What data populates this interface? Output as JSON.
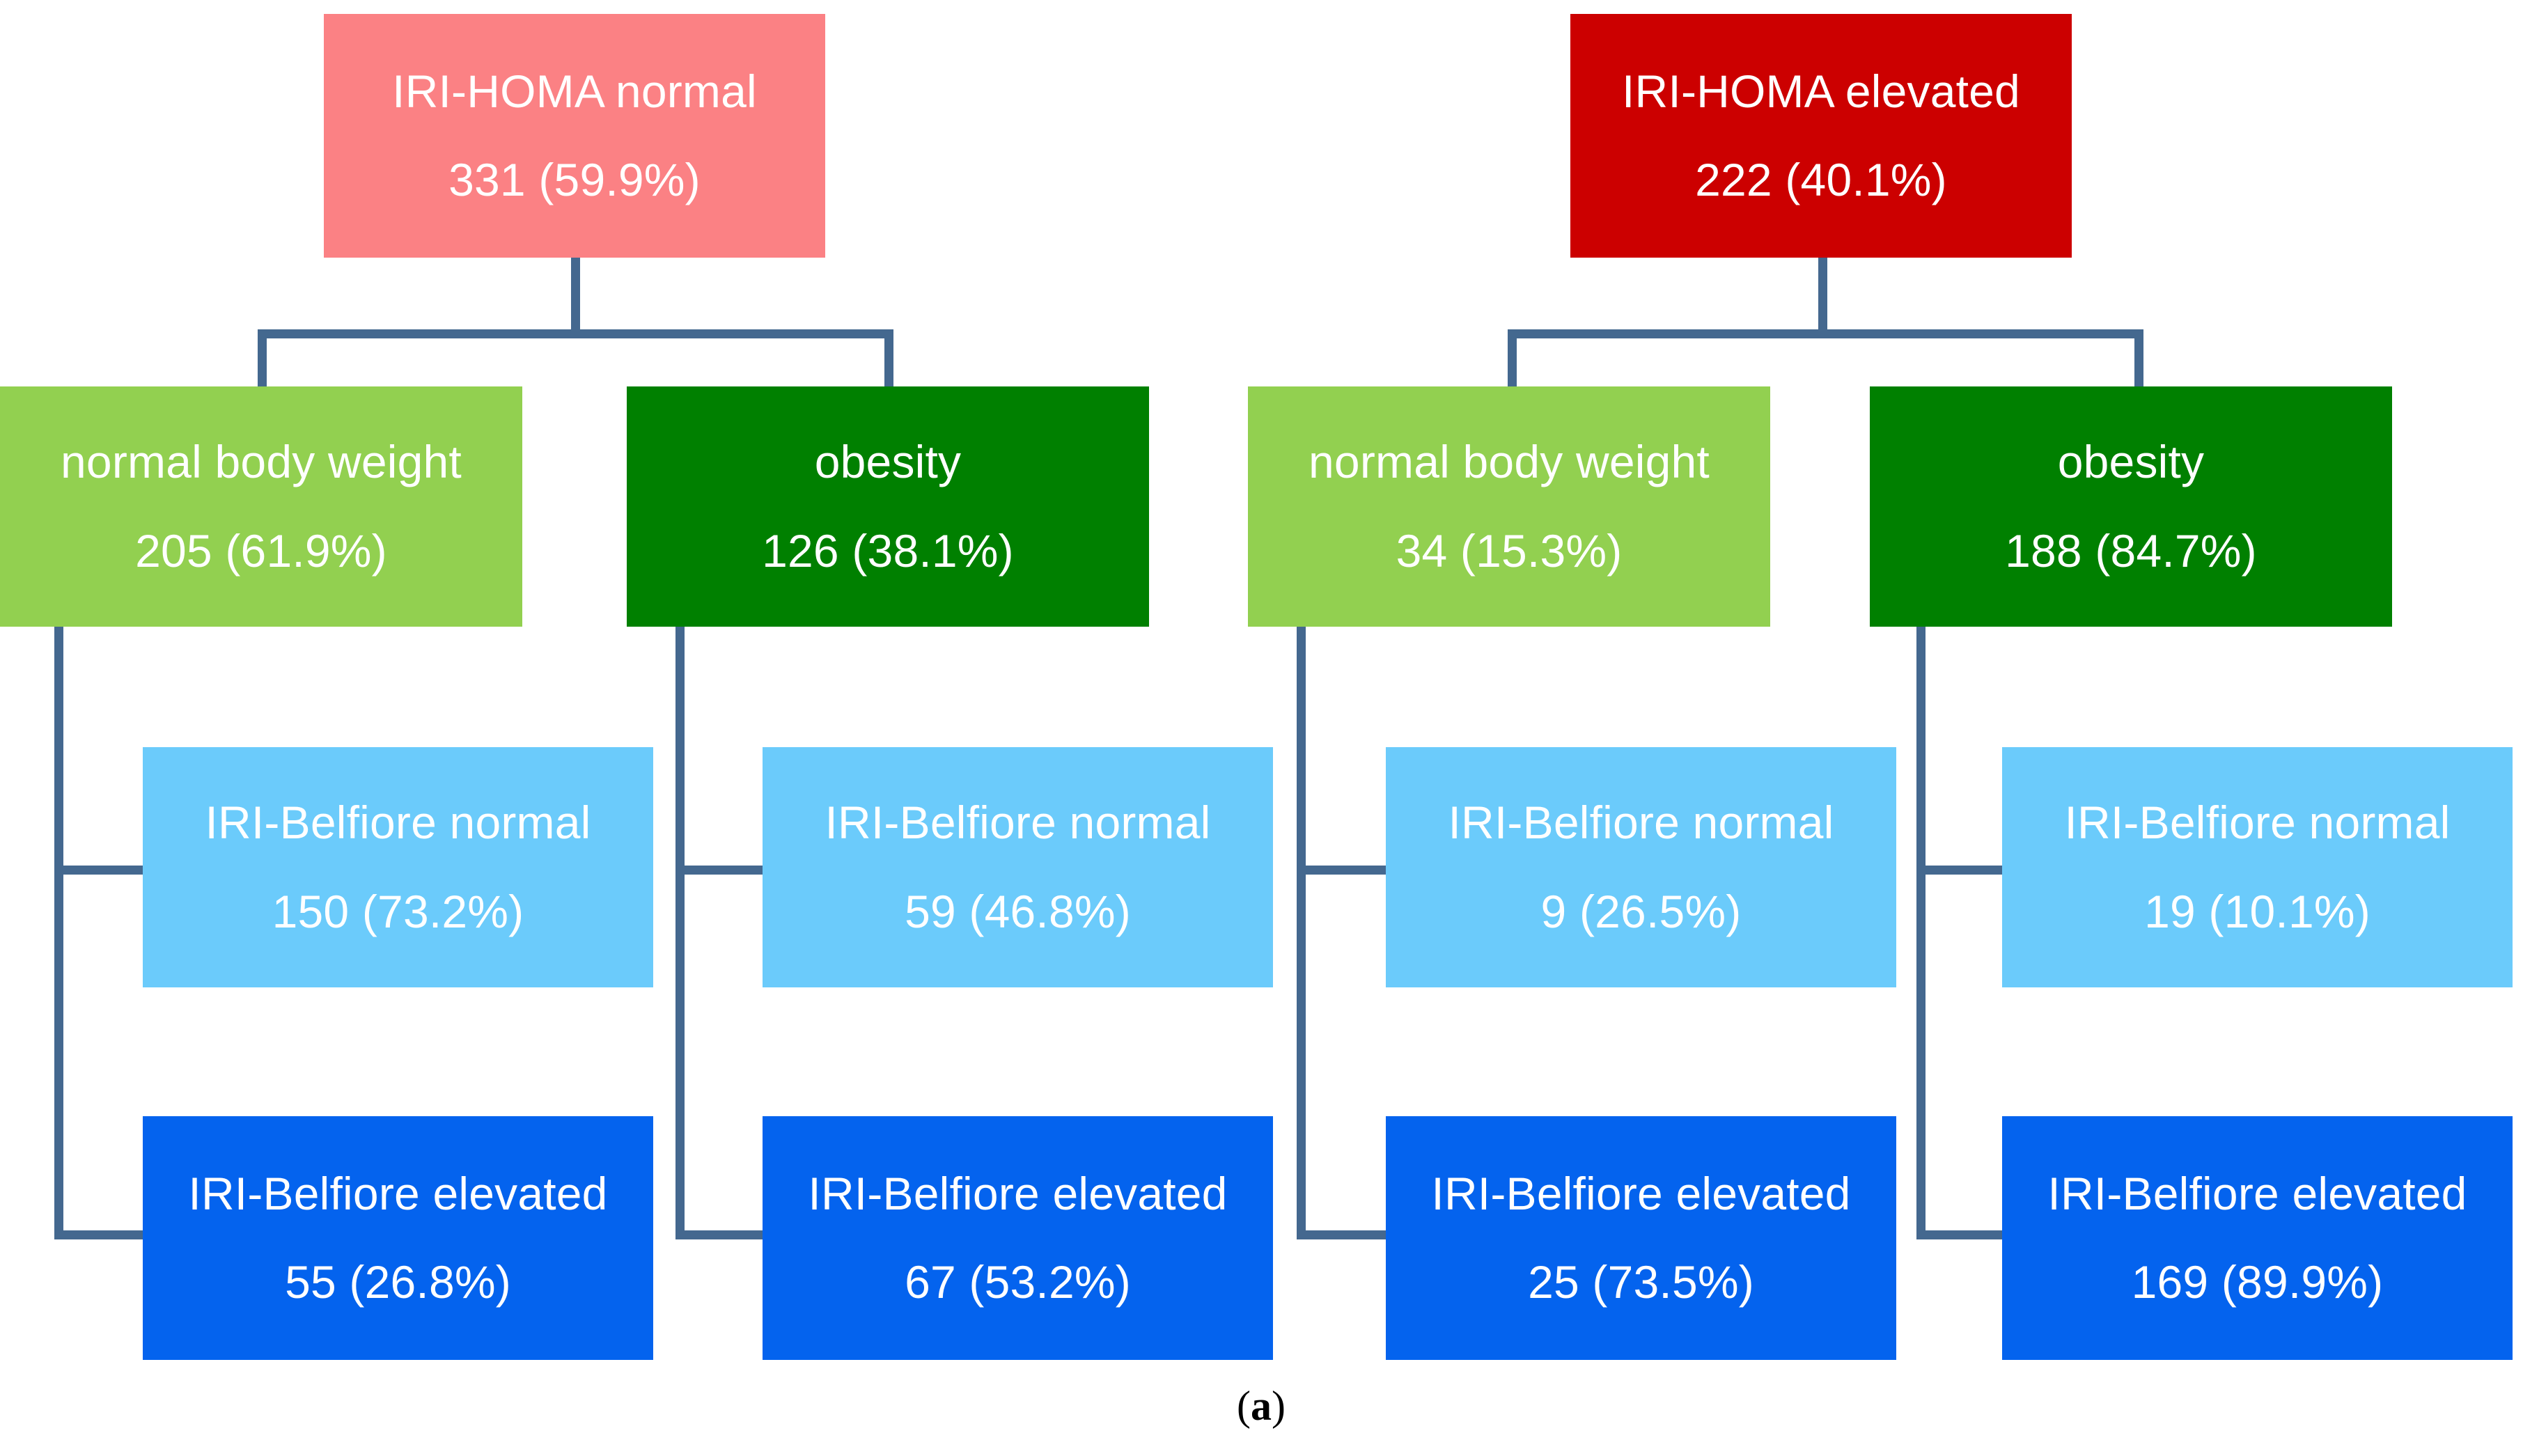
{
  "figure": {
    "caption": "(a)",
    "caption_prefix": "(",
    "caption_letter": "a",
    "caption_suffix": ")"
  },
  "colors": {
    "homa_normal": "#FB8184",
    "homa_elevated": "#CC0000",
    "normal_weight": "#92D050",
    "obesity": "#008000",
    "belfiore_normal": "#6BCBFB",
    "belfiore_elevated": "#0463EE",
    "connector": "#44688F",
    "node_text": "#FFFFFF",
    "caption_text": "#000000",
    "background": "#FFFFFF"
  },
  "tree": {
    "roots": [
      {
        "id": "homa-normal",
        "title": "IRI-HOMA normal",
        "value": "331 (59.9%)",
        "count": 331,
        "percent": "59.9%"
      },
      {
        "id": "homa-elevated",
        "title": "IRI-HOMA elevated",
        "value": "222 (40.1%)",
        "count": 222,
        "percent": "40.1%"
      }
    ],
    "weight_groups": [
      {
        "id": "normal-weight-1",
        "title": "normal body weight",
        "value": "205 (61.9%)",
        "count": 205,
        "percent": "61.9%",
        "parent": "homa-normal"
      },
      {
        "id": "obesity-1",
        "title": "obesity",
        "value": "126 (38.1%)",
        "count": 126,
        "percent": "38.1%",
        "parent": "homa-normal"
      },
      {
        "id": "normal-weight-2",
        "title": "normal body weight",
        "value": "34 (15.3%)",
        "count": 34,
        "percent": "15.3%",
        "parent": "homa-elevated"
      },
      {
        "id": "obesity-2",
        "title": "obesity",
        "value": "188 (84.7%)",
        "count": 188,
        "percent": "84.7%",
        "parent": "homa-elevated"
      }
    ],
    "belfiore_normal": [
      {
        "id": "belfiore-normal-1",
        "title": "IRI-Belfiore normal",
        "value": "150 (73.2%)",
        "count": 150,
        "percent": "73.2%",
        "parent": "normal-weight-1"
      },
      {
        "id": "belfiore-normal-2",
        "title": "IRI-Belfiore normal",
        "value": "59 (46.8%)",
        "count": 59,
        "percent": "46.8%",
        "parent": "obesity-1"
      },
      {
        "id": "belfiore-normal-3",
        "title": "IRI-Belfiore normal",
        "value": "9 (26.5%)",
        "count": 9,
        "percent": "26.5%",
        "parent": "normal-weight-2"
      },
      {
        "id": "belfiore-normal-4",
        "title": "IRI-Belfiore normal",
        "value": "19 (10.1%)",
        "count": 19,
        "percent": "10.1%",
        "parent": "obesity-2"
      }
    ],
    "belfiore_elevated": [
      {
        "id": "belfiore-elevated-1",
        "title": "IRI-Belfiore elevated",
        "value": "55 (26.8%)",
        "count": 55,
        "percent": "26.8%",
        "parent": "normal-weight-1"
      },
      {
        "id": "belfiore-elevated-2",
        "title": "IRI-Belfiore elevated",
        "value": "67 (53.2%)",
        "count": 67,
        "percent": "53.2%",
        "parent": "obesity-1"
      },
      {
        "id": "belfiore-elevated-3",
        "title": "IRI-Belfiore elevated",
        "value": "25 (73.5%)",
        "count": 25,
        "percent": "73.5%",
        "parent": "normal-weight-2"
      },
      {
        "id": "belfiore-elevated-4",
        "title": "IRI-Belfiore elevated",
        "value": "169 (89.9%)",
        "count": 169,
        "percent": "89.9%",
        "parent": "obesity-2"
      }
    ]
  }
}
